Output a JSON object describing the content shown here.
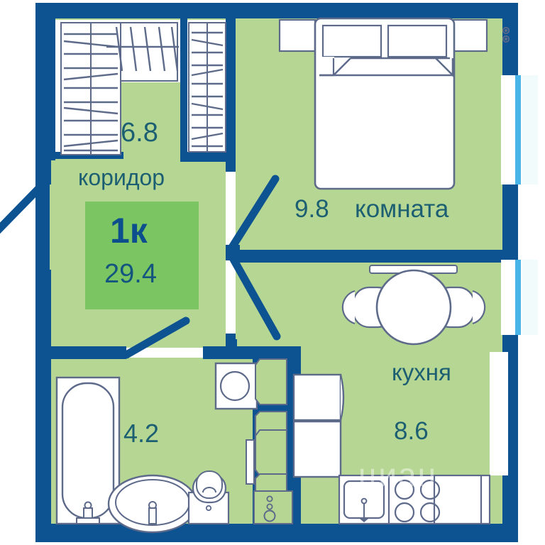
{
  "plan": {
    "type": "apartment-floor-plan",
    "title_badge": {
      "rooms_label": "1к",
      "total_area": "29.4"
    },
    "colors": {
      "wall": "#0d5291",
      "floor": "#b5d793",
      "badge_bg": "#7bc663",
      "furniture_stroke": "#5d6a8a",
      "furniture_fill": "#ffffff",
      "text": "#1d5f72",
      "window_glass": "#49b4e8",
      "window_fill": "#ffffff",
      "balcony_tint": "#eaf7f3"
    },
    "rooms": [
      {
        "id": "corridor",
        "name": "коридор",
        "area": "6.8"
      },
      {
        "id": "room",
        "name": "комната",
        "area": "9.8"
      },
      {
        "id": "kitchen",
        "name": "кухня",
        "area": "8.6"
      },
      {
        "id": "bathroom",
        "name": "",
        "area": "4.2"
      }
    ],
    "watermark": "циан",
    "furniture": [
      "wardrobe-left",
      "wardrobe-right",
      "bed-double",
      "nightstand-left",
      "nightstand-right",
      "dining-table-round",
      "chair-left",
      "chair-right",
      "radiator-kitchen",
      "radiator-room",
      "refrigerator",
      "kitchen-sink",
      "kitchen-counter",
      "stove-four-burner",
      "bathtub",
      "washbasin",
      "toilet",
      "washing-machine",
      "ventilation-shaft"
    ],
    "doors": [
      "entry-door",
      "bathroom-door",
      "room-door",
      "kitchen-door"
    ],
    "windows": [
      "window-room",
      "window-kitchen"
    ]
  }
}
